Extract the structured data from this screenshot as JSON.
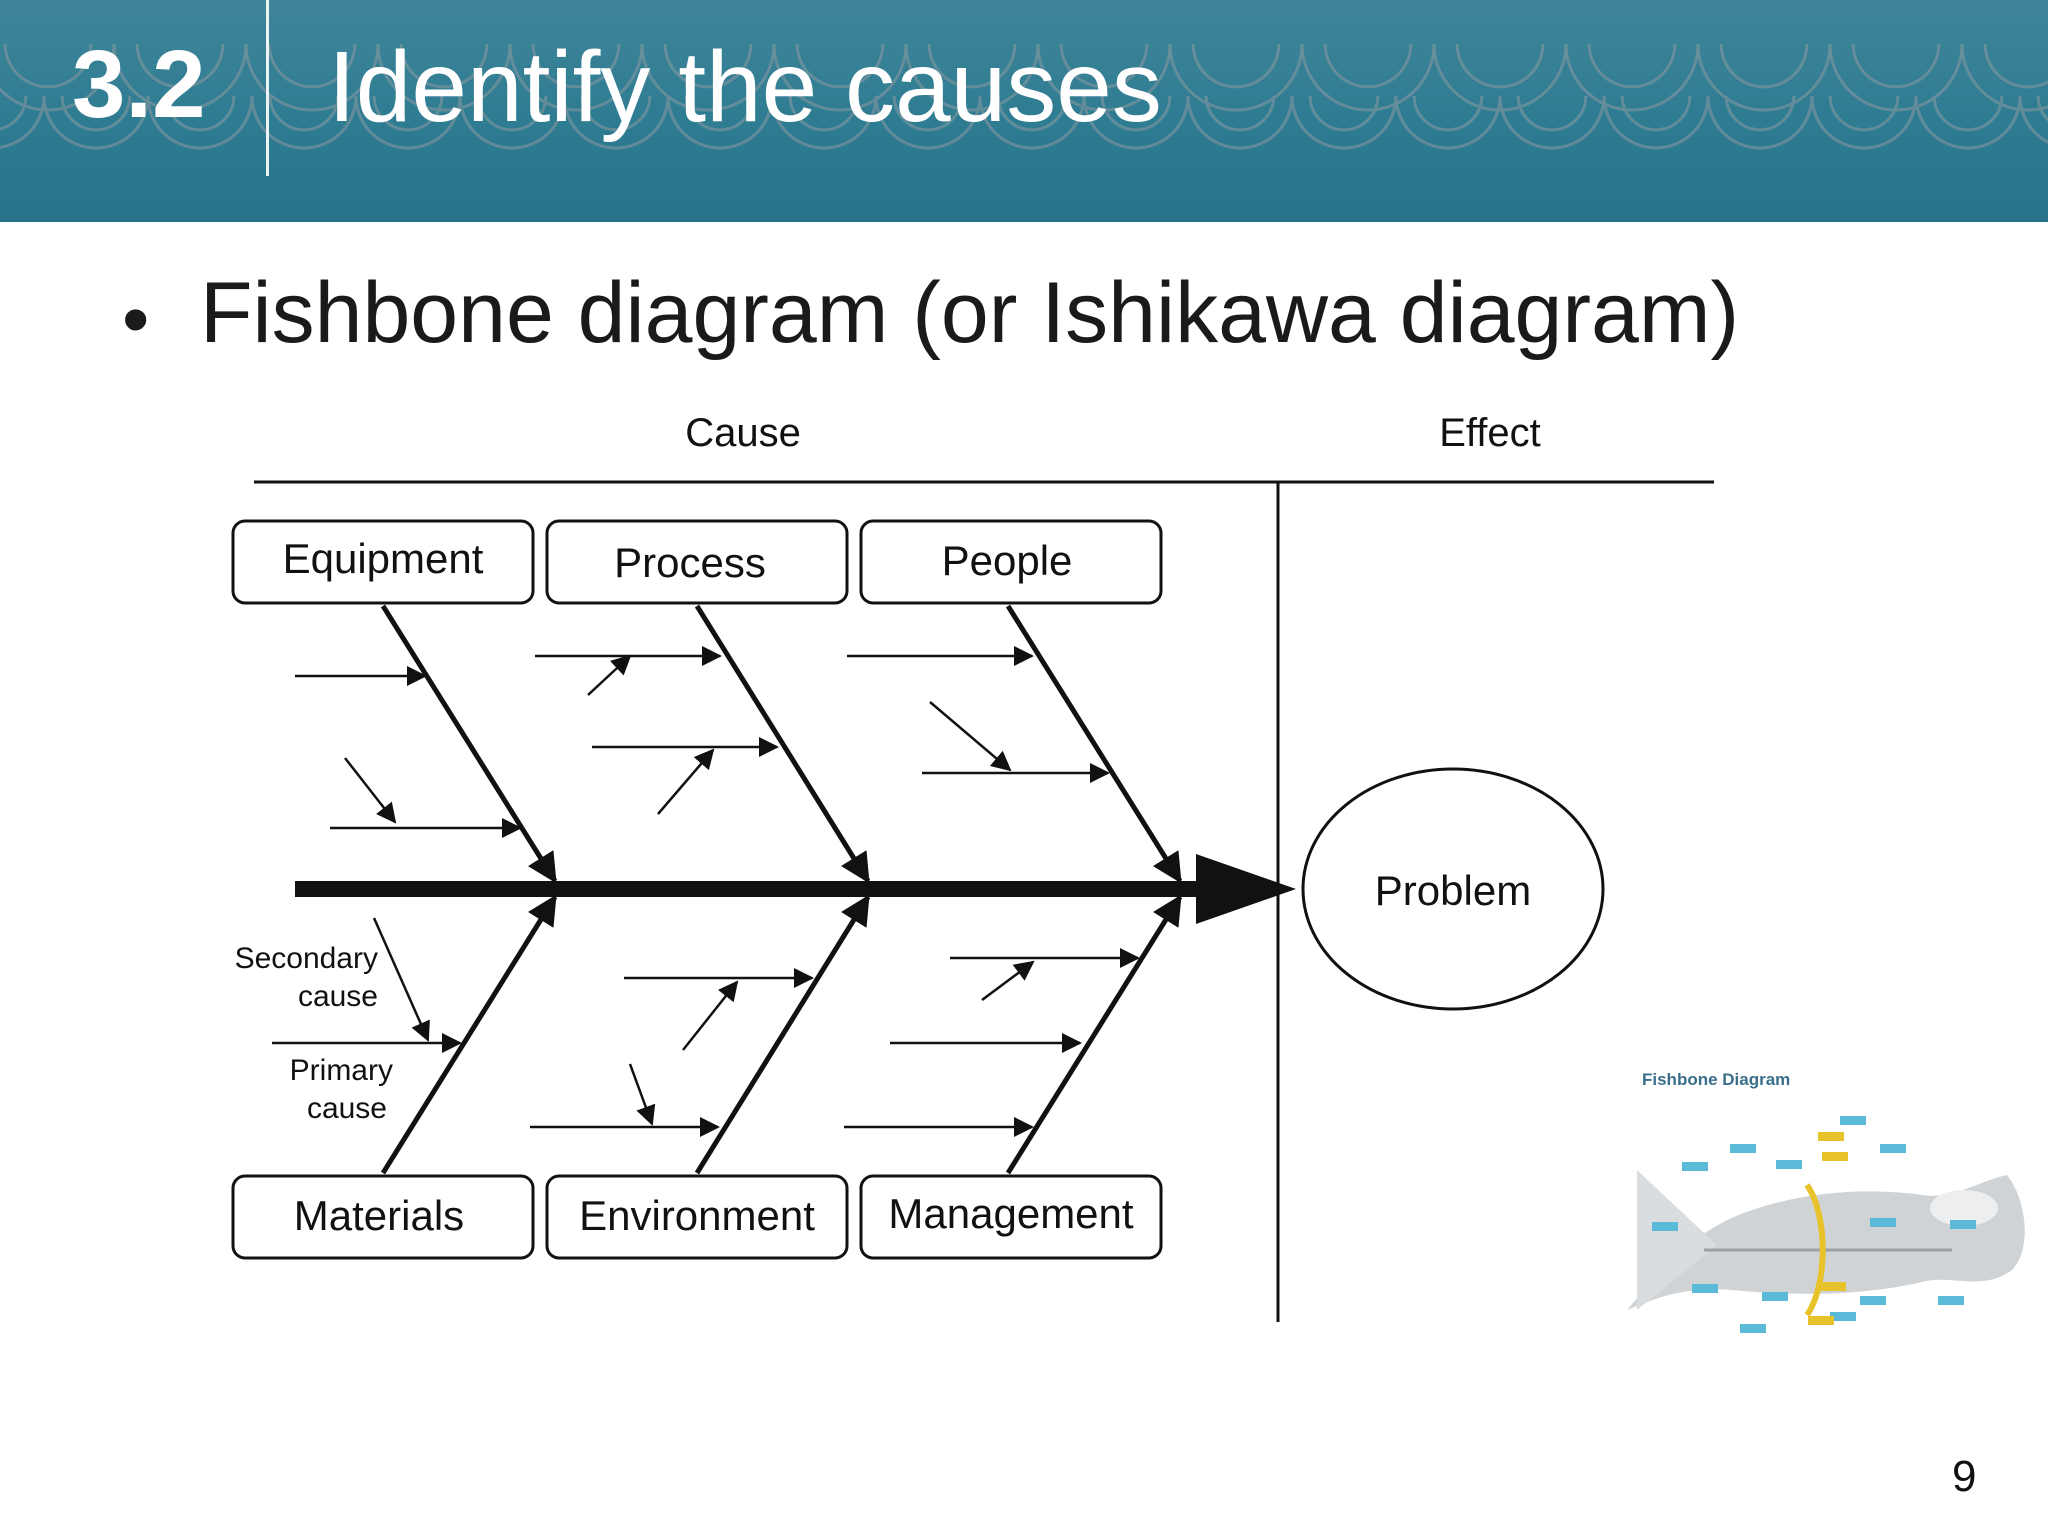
{
  "header": {
    "section_number": "3.2",
    "title": "Identify the causes"
  },
  "bullet": {
    "text": "Fishbone diagram (or Ishikawa diagram)"
  },
  "diagram": {
    "cause_heading": "Cause",
    "effect_heading": "Effect",
    "categories_top": [
      "Equipment",
      "Process",
      "People"
    ],
    "categories_bottom": [
      "Materials",
      "Environment",
      "Management"
    ],
    "problem_label": "Problem",
    "annotation_secondary": [
      "Secondary",
      "cause"
    ],
    "annotation_primary": [
      "Primary",
      "cause"
    ]
  },
  "thumbnail": {
    "title": "Fishbone Diagram"
  },
  "page_number": "9",
  "colors": {
    "header_teal": "#2e7c92",
    "thumbnail_yellow": "#e8c22a",
    "thumbnail_blue": "#5bbad8"
  }
}
